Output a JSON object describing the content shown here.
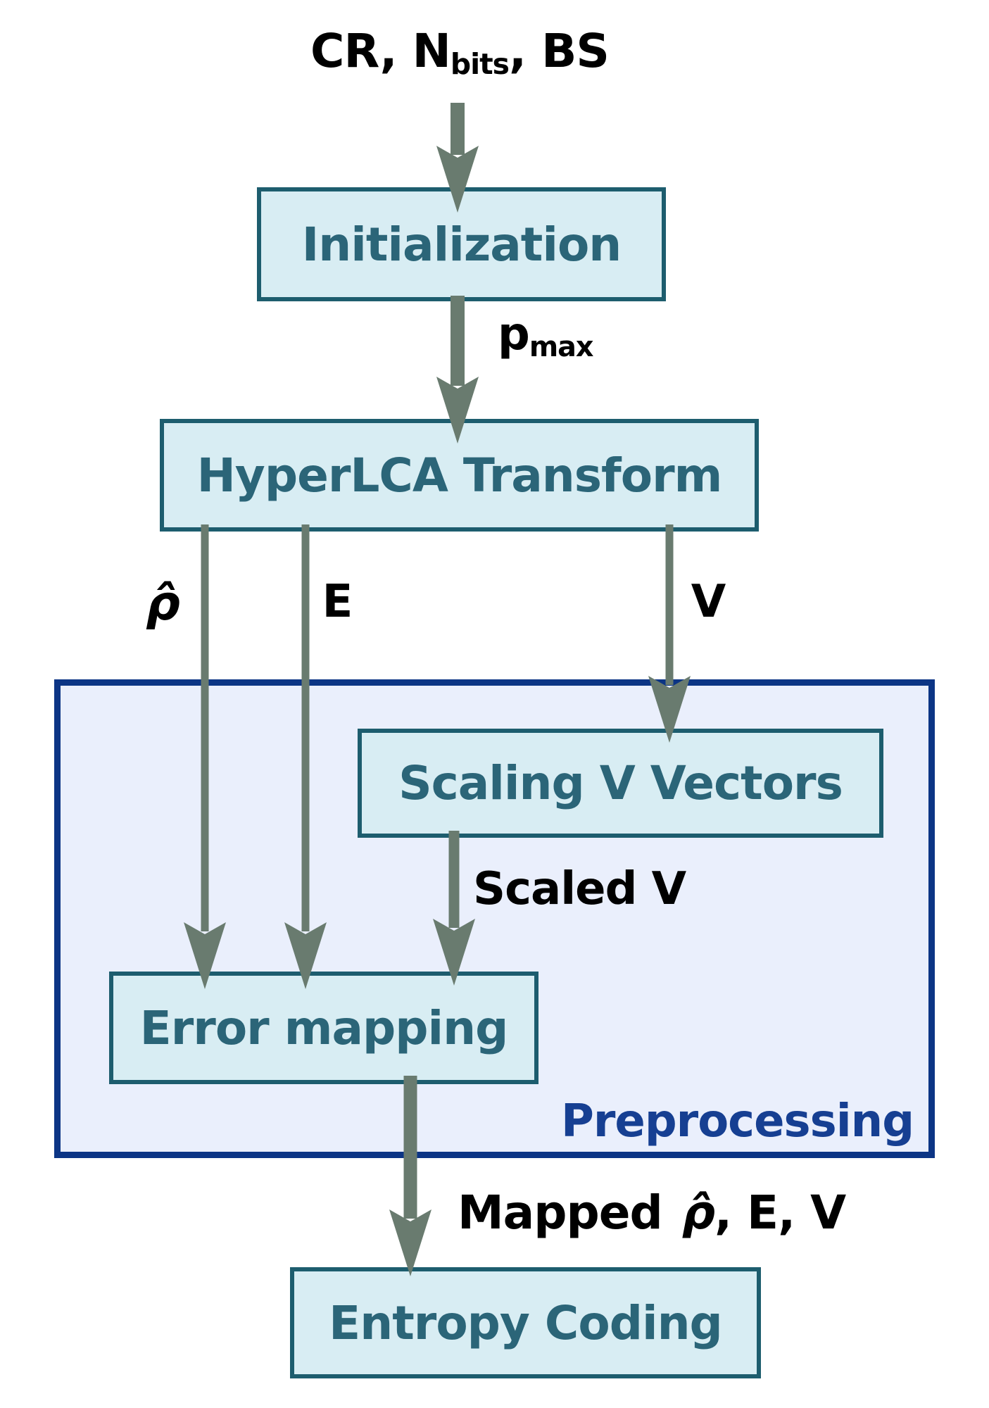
{
  "diagram": {
    "top_input": {
      "pre": "CR, N",
      "sub": "bits",
      "post": ", BS"
    },
    "nodes": {
      "initialization": "Initialization",
      "hyperlca": "HyperLCA Transform",
      "scaling": "Scaling V Vectors",
      "error_mapping": "Error mapping",
      "entropy": "Entropy Coding"
    },
    "container_label": "Preprocessing",
    "edge_labels": {
      "pmax_base": "p",
      "pmax_sub": "max",
      "rho": "ρ̂",
      "e": "E",
      "v": "V",
      "scaled_v": "Scaled V",
      "mapped_pre": "Mapped",
      "mapped_rho": "ρ̂",
      "mapped_post": ", E, V"
    }
  },
  "colors": {
    "node_fill": "#d8edf3",
    "node_border": "#1d5d6e",
    "node_text": "#2b6578",
    "container_fill": "#eaeffc",
    "container_border": "#0c3585",
    "container_text": "#163f92",
    "arrow": "#697b6f",
    "label_text": "#000000",
    "page_bg": "#ffffff"
  }
}
